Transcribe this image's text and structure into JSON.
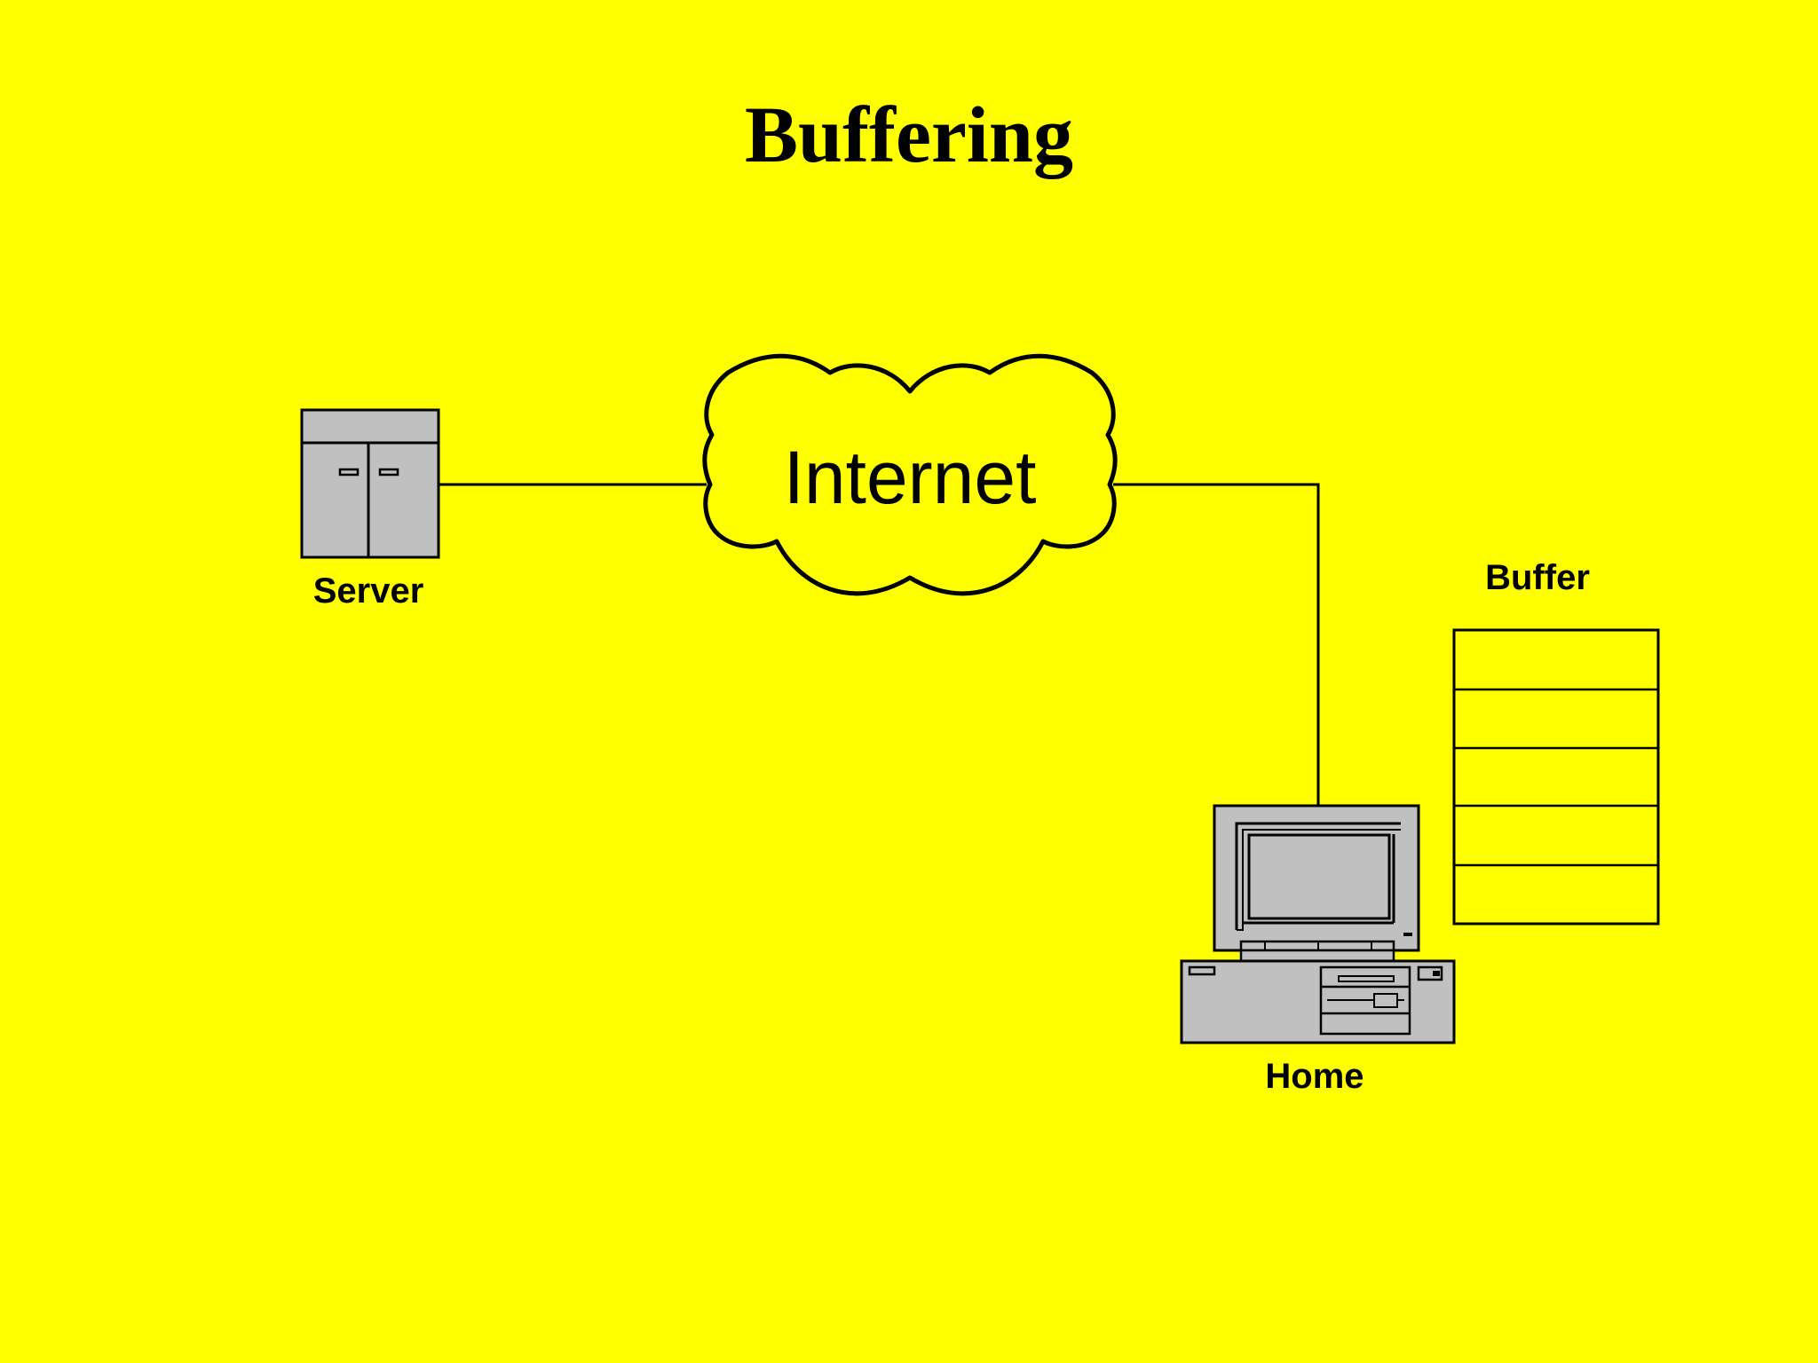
{
  "title": "Buffering",
  "nodes": {
    "server": {
      "label": "Server"
    },
    "internet": {
      "label": "Internet"
    },
    "home": {
      "label": "Home"
    },
    "buffer": {
      "label": "Buffer",
      "slots": 5
    }
  },
  "colors": {
    "background": "#ffff00",
    "device_fill": "#c0c0c0",
    "stroke": "#000000"
  },
  "icons": {
    "server": "server-cabinet-icon",
    "internet": "cloud-icon",
    "home": "desktop-computer-icon"
  }
}
